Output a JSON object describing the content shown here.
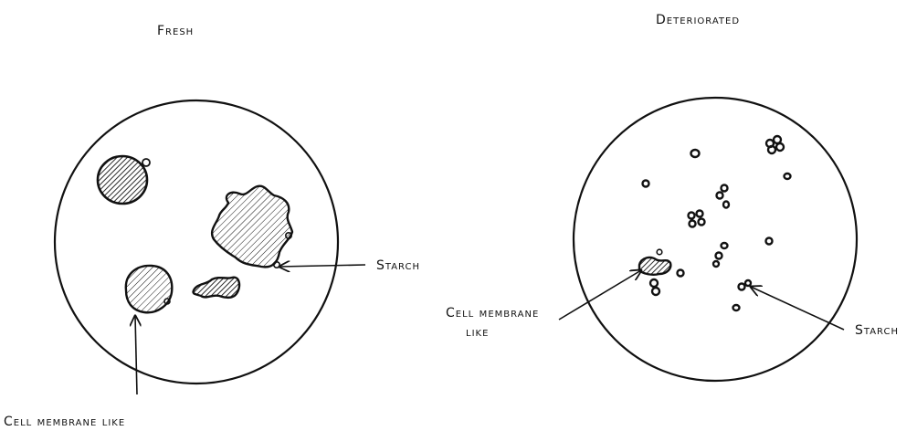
{
  "panels": {
    "fresh": {
      "title": "Fresh",
      "labels": {
        "starch": "Starch",
        "cell_membrane_like": "Cell membrane like"
      }
    },
    "deteriorated": {
      "title": "Deteriorated",
      "labels": {
        "starch": "Starch",
        "cell_membrane_like_line1": "Cell membrane",
        "cell_membrane_like_line2": "like"
      }
    }
  }
}
